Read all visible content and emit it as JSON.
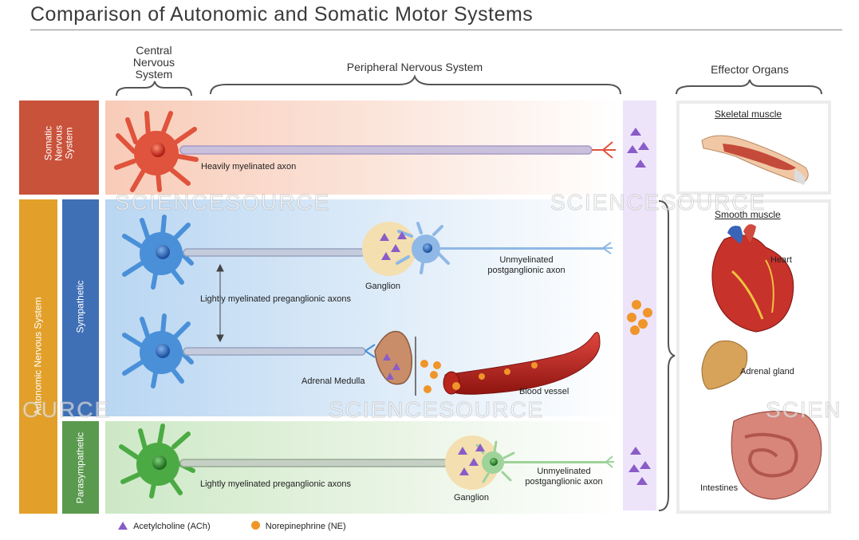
{
  "title": "Comparison of Autonomic and Somatic Motor Systems",
  "headers": {
    "cns": "Central Nervous System",
    "pns": "Peripheral Nervous System",
    "effector": "Effector Organs"
  },
  "side_labels": {
    "somatic": "Somatic Nervous System",
    "autonomic": "Autonomic Nervous System",
    "sympathetic": "Sympathetic",
    "parasympathetic": "Parasympathetic"
  },
  "labels": {
    "heavily_myelinated": "Heavily myelinated axon",
    "ganglion_top": "Ganglion",
    "unmyelinated_top": "Unmyelinated postganglionic axon",
    "lightly_myelinated_symp": "Lightly myelinated preganglionic axons",
    "adrenal_medulla": "Adrenal Medulla",
    "blood_vessel": "Blood vessel",
    "lightly_myelinated_para": "Lightly myelinated preganglionic axons",
    "ganglion_bottom": "Ganglion",
    "unmyelinated_bottom": "Unmyelinated postganglionic axon"
  },
  "organs": {
    "skeletal_muscle": "Skeletal muscle",
    "smooth_muscle": "Smooth muscle",
    "heart": "Heart",
    "adrenal_gland": "Adrenal gland",
    "intestines": "Intestines"
  },
  "legend": {
    "ach": "Acetylcholine (ACh)",
    "ne": "Norepinephrine (NE)"
  },
  "watermarks": [
    "SCIENCESOURCE",
    "SCIENCESOURCE",
    "SCIENCESOURCE",
    "OURCE",
    "SCIEN"
  ],
  "colors": {
    "somatic": "#c9523a",
    "autonomic": "#e2a02a",
    "sympathetic": "#3f6fb5",
    "parasympathetic": "#5a9a4e",
    "ach": "#8a5cc8",
    "ne": "#f0952a",
    "somatic_neuron": "#e0533c",
    "sympathetic_neuron": "#4a90d9",
    "parasympathetic_neuron": "#4caa44"
  }
}
